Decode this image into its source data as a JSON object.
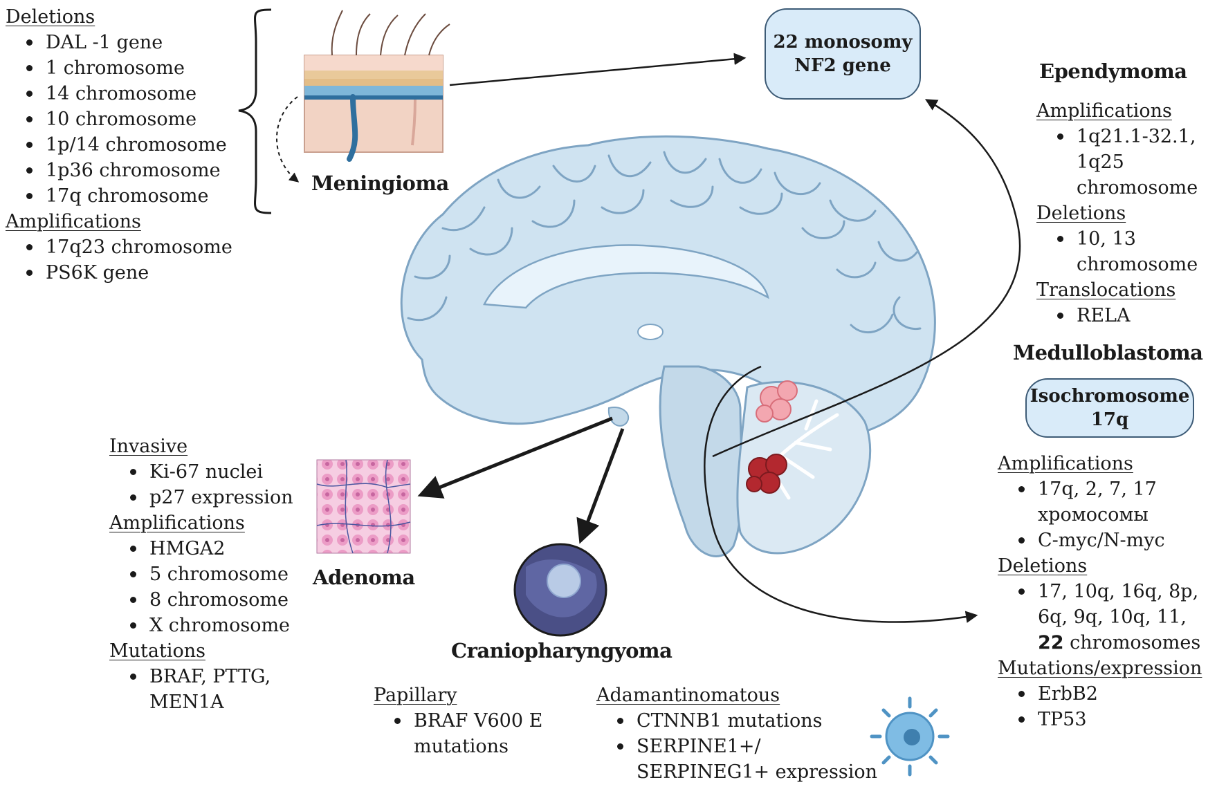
{
  "meningioma": {
    "title": "Meningioma",
    "deletions": {
      "heading": "Deletions",
      "items": [
        "DAL -1 gene",
        "1 chromosome",
        "14 chromosome",
        "10 chromosome",
        "1p/14 chromosome",
        "1p36 chromosome",
        "17q chromosome"
      ]
    },
    "amplifications": {
      "heading": "Amplifications",
      "items": [
        "17q23 chromosome",
        "PS6K gene"
      ]
    }
  },
  "nf2_box": {
    "line1": "22 monosomy",
    "line2": "NF2 gene"
  },
  "ependymoma": {
    "title": "Ependymoma",
    "amplifications": {
      "heading": "Amplifications",
      "item_lines": [
        "1q21.1-32.1,",
        "1q25",
        "chromosome"
      ]
    },
    "deletions": {
      "heading": "Deletions",
      "item_lines": [
        "10, 13",
        "chromosome"
      ]
    },
    "translocations": {
      "heading": "Translocations",
      "items": [
        "RELA"
      ]
    }
  },
  "medulloblastoma": {
    "title": "Medulloblastoma",
    "box": {
      "line1": "Isochromosome",
      "line2": "17q"
    },
    "amplifications": {
      "heading": "Amplifications",
      "item1_lines": [
        "17q, 2, 7, 17",
        "хромосомы"
      ],
      "item2": "C-myc/N-myc"
    },
    "deletions": {
      "heading": "Deletions",
      "item_lines": [
        "17, 10q, 16q, 8p,",
        "6q, 9q, 10q, 11,"
      ],
      "item_last_bold": "22",
      "item_last_rest": " chromosomes"
    },
    "mutations": {
      "heading": "Mutations/expression",
      "items": [
        "ErbB2",
        "TP53"
      ]
    }
  },
  "adenoma": {
    "title": "Adenoma",
    "invasive": {
      "heading": "Invasive",
      "items": [
        "Ki-67 nuclei",
        "p27 expression"
      ]
    },
    "amplifications": {
      "heading": "Amplifications",
      "items": [
        "HMGA2",
        "5 chromosome",
        "8 chromosome",
        "X chromosome"
      ]
    },
    "mutations": {
      "heading": "Mutations",
      "item_lines": [
        "BRAF, PTTG,",
        "MEN1A"
      ]
    }
  },
  "craniopharyngioma": {
    "title": "Craniopharyngyoma",
    "papillary": {
      "heading": "Papillary",
      "item_lines": [
        "BRAF V600 E",
        "mutations"
      ]
    },
    "adamantinomatous": {
      "heading": "Adamantinomatous",
      "item1": "CTNNB1 mutations",
      "item2_lines": [
        "SERPINE1+/",
        "SERPINEG1+ expression"
      ]
    }
  },
  "colors": {
    "brain_fill": "#cfe3f1",
    "brain_stroke": "#7ea4c3",
    "box_fill": "#d9ebf9",
    "box_stroke": "#3d5b76",
    "tumor_pink": "#f3a7b0",
    "tumor_red": "#b3282f",
    "adenoma_pink": "#f2b7d2",
    "cranio_dark": "#4a4f86"
  }
}
